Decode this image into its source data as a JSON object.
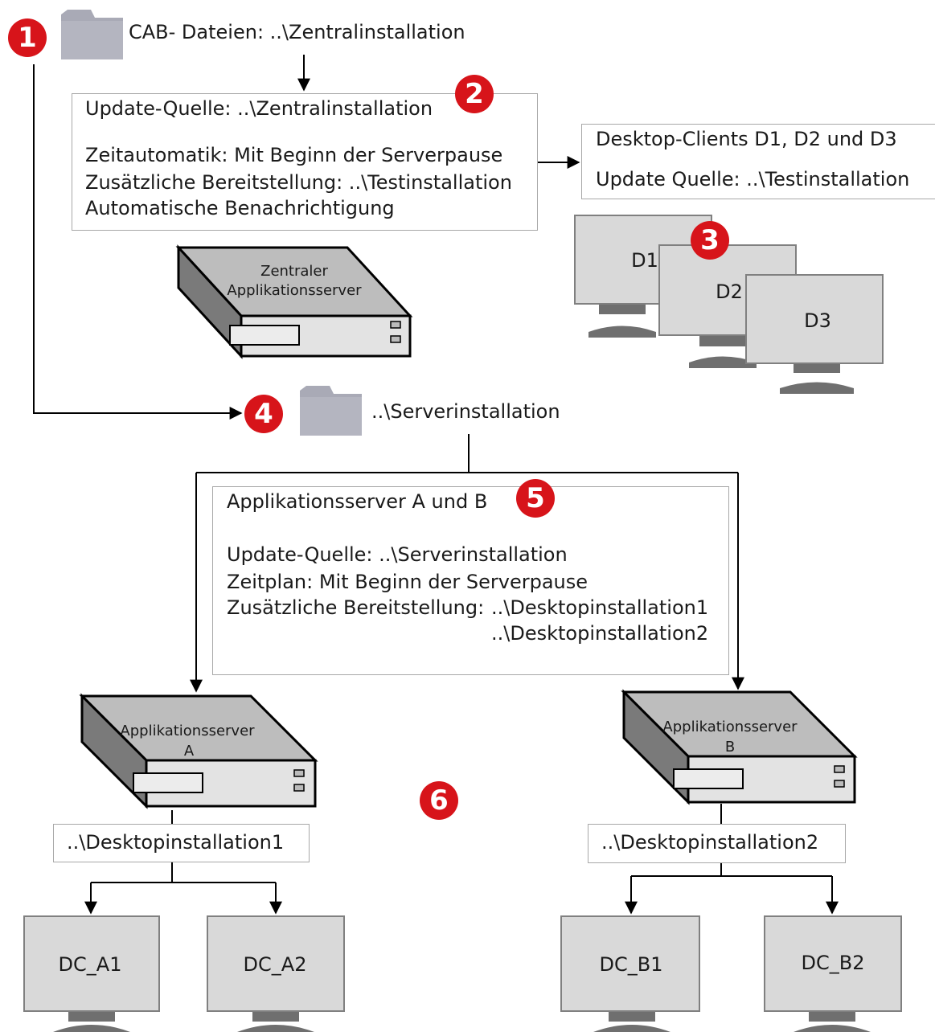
{
  "cab_label": "CAB- Dateien: ..\\Zentralinstallation",
  "central_box": {
    "lines": [
      "Update-Quelle: ..\\Zentralinstallation",
      "Zeitautomatik: Mit Beginn der Serverpause",
      "Zusätzliche Bereitstellung: ..\\Testinstallation",
      "Automatische Benachrichtigung"
    ]
  },
  "central_server": {
    "line1": "Zentraler",
    "line2": "Applikationsserver"
  },
  "desktop_box": {
    "title": "Desktop-Clients D1, D2 und D3",
    "source": "Update Quelle: ..\\Testinstallation"
  },
  "desktops": [
    "D1",
    "D2",
    "D3"
  ],
  "server_folder": "..\\Serverinstallation",
  "servers_box": {
    "title": "Applikationsserver A und B",
    "source": "Update-Quelle: ..\\Serverinstallation",
    "schedule": "Zeitplan: Mit Beginn der Serverpause",
    "extra_label": "Zusätzliche Bereitstellung:",
    "extra_1": "..\\Desktopinstallation1",
    "extra_2": "..\\Desktopinstallation2"
  },
  "server_a": {
    "line1": "Applikationsserver",
    "line2": "A"
  },
  "server_b": {
    "line1": "Applikationsserver",
    "line2": "B"
  },
  "share_a": "..\\Desktopinstallation1",
  "share_b": "..\\Desktopinstallation2",
  "clients_a": [
    "DC_A1",
    "DC_A2"
  ],
  "clients_b": [
    "DC_B1",
    "DC_B2"
  ],
  "badges": [
    "1",
    "2",
    "3",
    "4",
    "5",
    "6"
  ],
  "colors": {
    "badge": "#d7141a",
    "folder": "#a9aab6",
    "monitor": "#d9d9d9",
    "server_top": "#bdbdbd",
    "server_front": "#e3e3e3"
  }
}
